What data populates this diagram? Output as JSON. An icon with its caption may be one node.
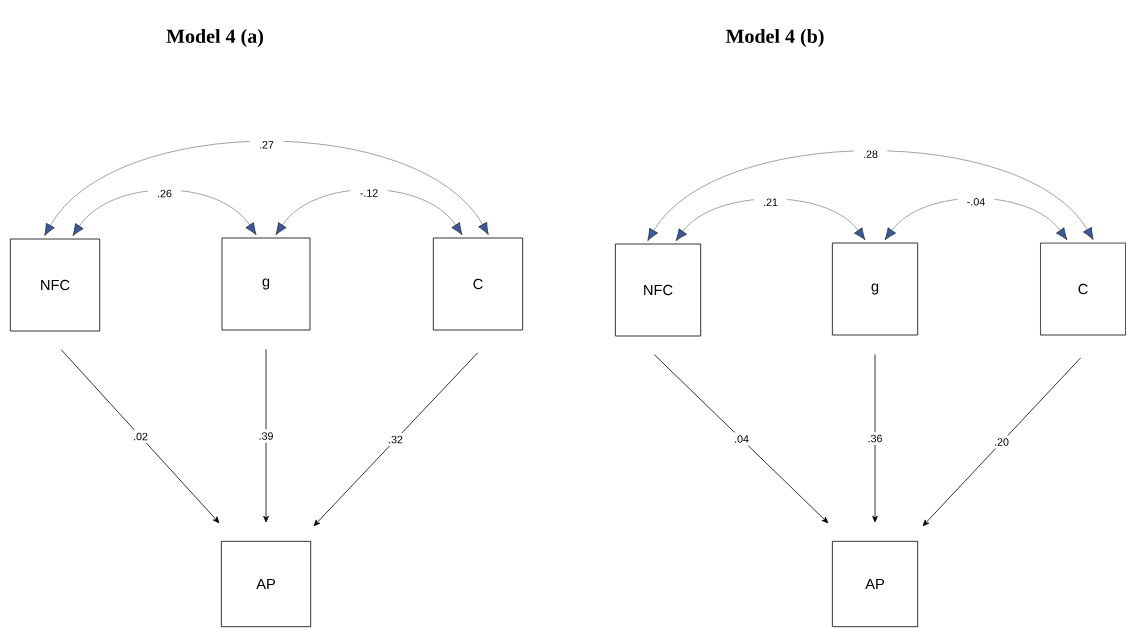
{
  "diagram": {
    "nodes": [
      {
        "text": [
          "NFC"
        ]
      },
      {
        "text": [
          "g"
        ]
      },
      {
        "text": [
          "C"
        ]
      },
      {
        "text": [
          "AP"
        ]
      },
      {
        "text": [
          "NFC"
        ]
      },
      {
        "text": [
          "g"
        ]
      },
      {
        "text": [
          "C"
        ]
      },
      {
        "text": [
          "AP"
        ]
      }
    ],
    "edges": [
      {
        "from": 0,
        "to": 2,
        "arrow": "both",
        "label": ".27"
      },
      {
        "from": 0,
        "to": 1,
        "arrow": "both",
        "label": ".26"
      },
      {
        "from": 1,
        "to": 2,
        "arrow": "both",
        "label": "-.12"
      },
      {
        "from": 0,
        "to": 3,
        "arrow": "to",
        "label": ".02",
        "color": "#000000"
      },
      {
        "from": 1,
        "to": 3,
        "arrow": "to",
        "label": ".39",
        "color": "#000000"
      },
      {
        "from": 2,
        "to": 3,
        "arrow": "to",
        "label": ".32",
        "color": "#000000"
      },
      {
        "from": 4,
        "to": 6,
        "arrow": "both",
        "label": ".28"
      },
      {
        "from": 4,
        "to": 5,
        "arrow": "both",
        "label": ".21"
      },
      {
        "from": 5,
        "to": 6,
        "arrow": "both",
        "label": "-.04"
      },
      {
        "from": 4,
        "to": 7,
        "arrow": "to",
        "label": ".04",
        "color": "#000000"
      },
      {
        "from": 5,
        "to": 7,
        "arrow": "to",
        "label": ".36",
        "color": "#000000"
      },
      {
        "from": 6,
        "to": 7,
        "arrow": "to",
        "label": ".20",
        "color": "#000000"
      }
    ],
    "labels": [
      "Model 4 (a)",
      "Model 4 (b)"
    ]
  }
}
